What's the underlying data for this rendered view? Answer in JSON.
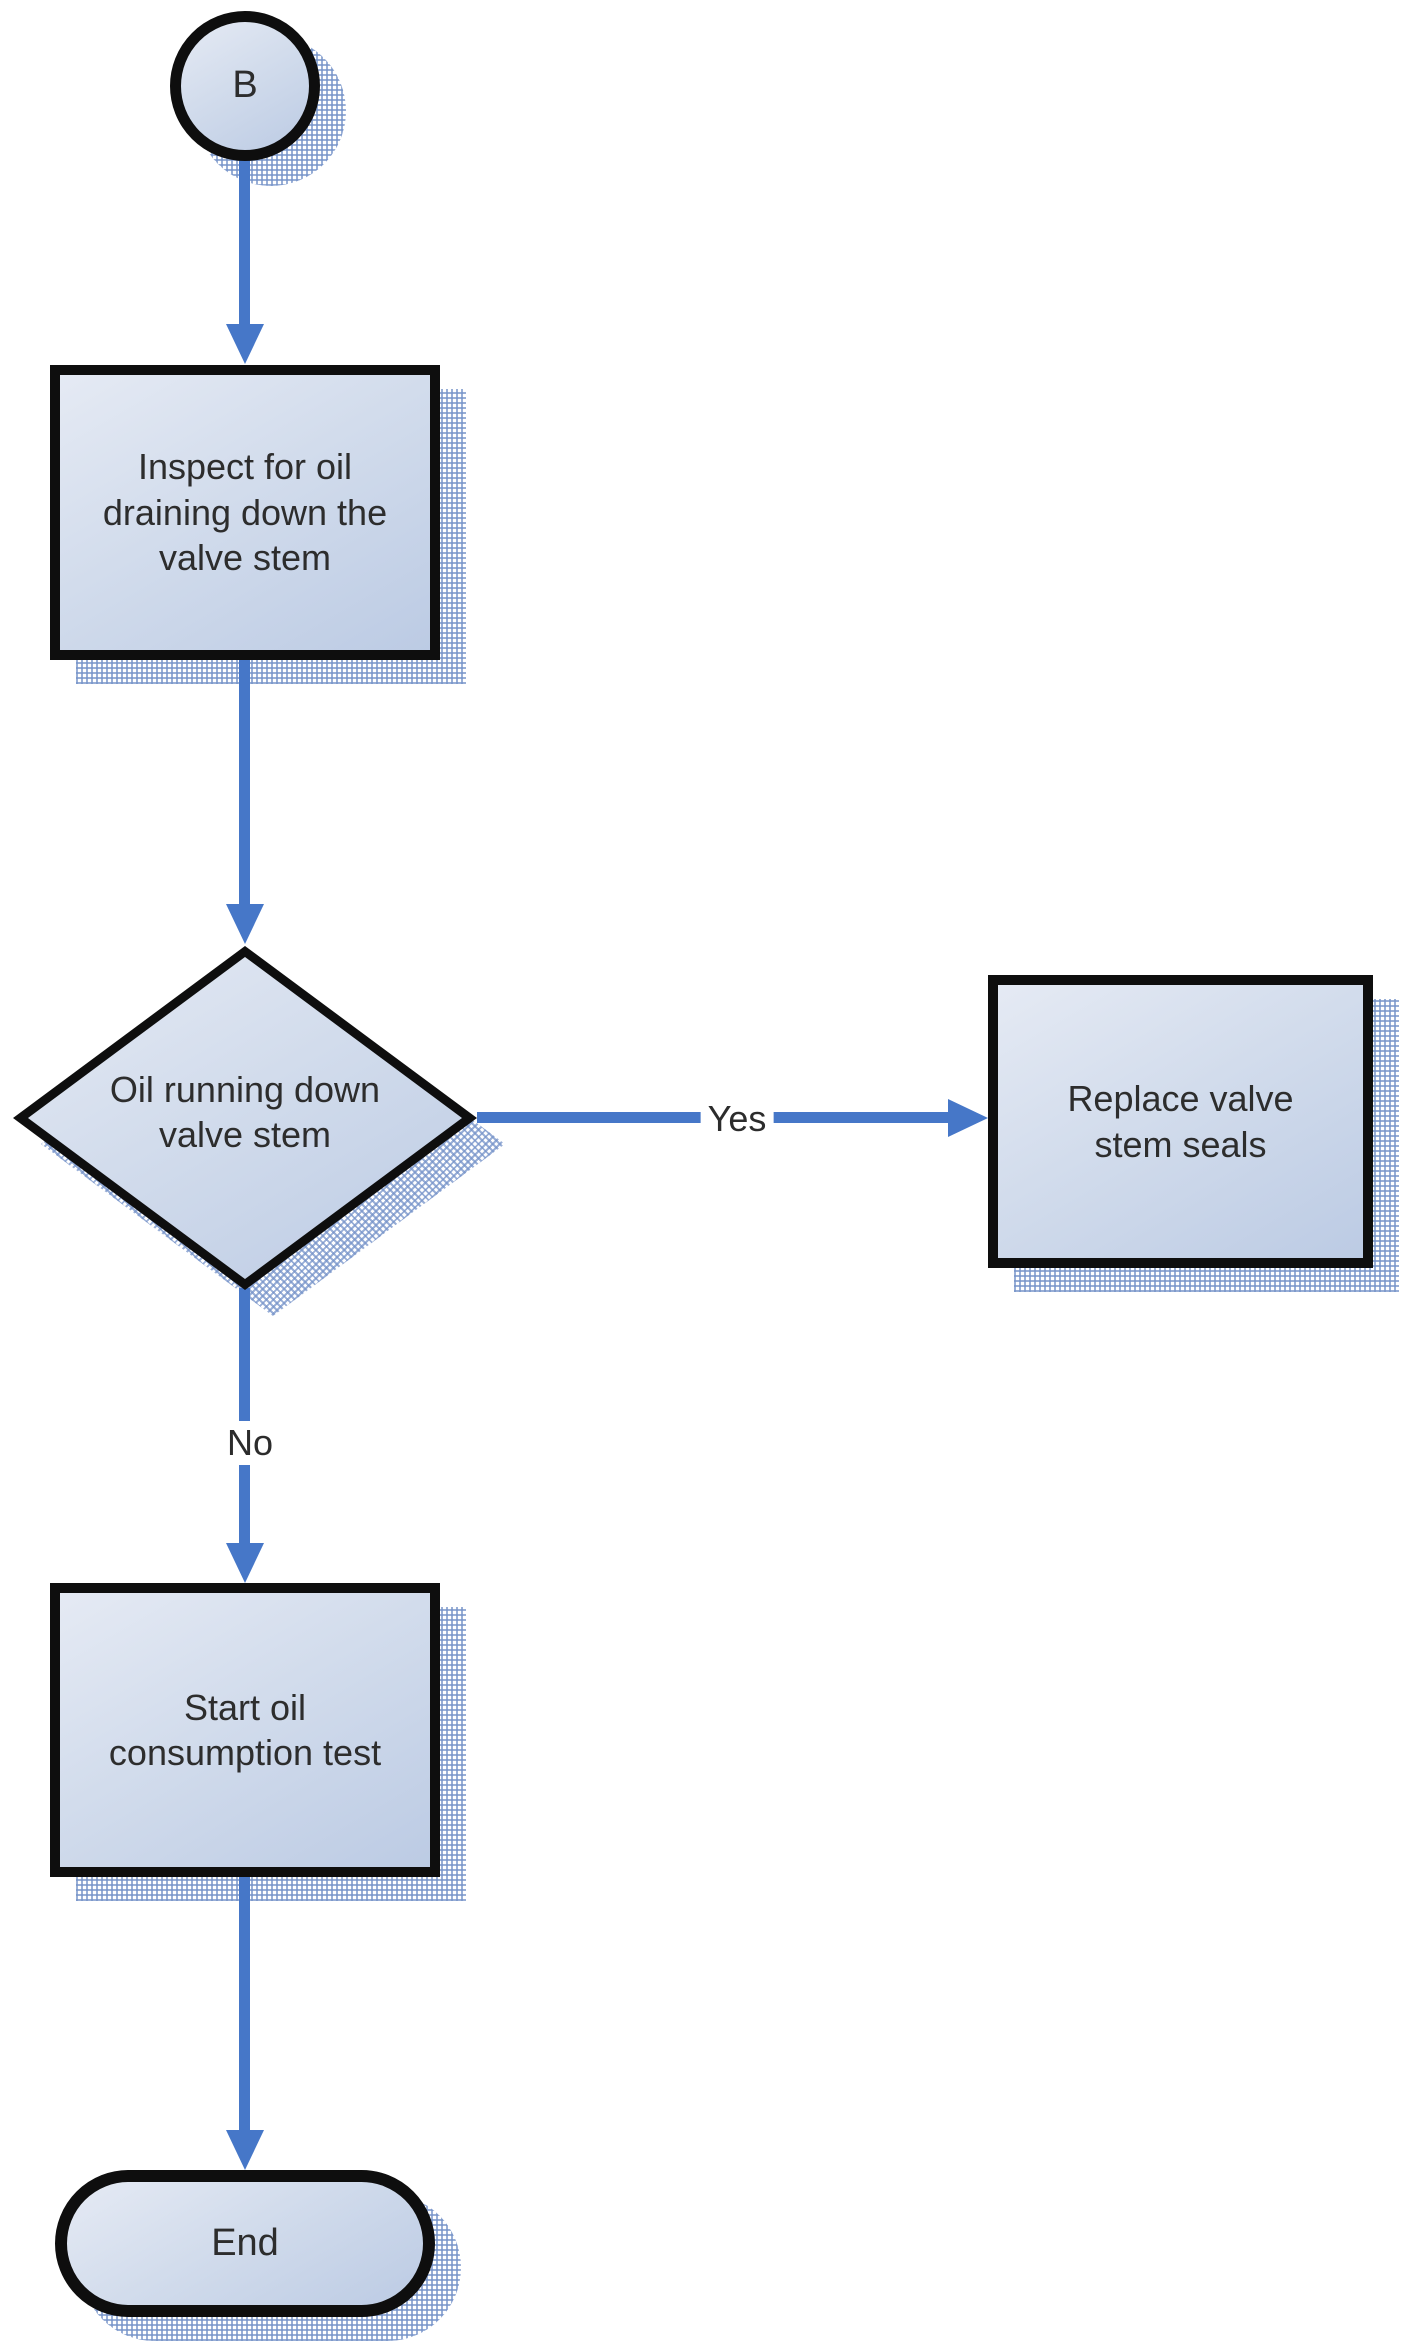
{
  "diagram": {
    "type": "flowchart",
    "colors": {
      "arrow": "#4677c8",
      "shape_border": "#0e0e0e",
      "shape_fill_light": "#e5eaf4",
      "shape_fill_dark": "#bccbe4",
      "shadow_hatch": "#7693c9",
      "text": "#2d2d2d",
      "background": "#ffffff"
    },
    "nodes": [
      {
        "id": "connector-b",
        "type": "connector-circle",
        "label": "B"
      },
      {
        "id": "inspect-oil",
        "type": "process",
        "label": "Inspect for oil\ndraining down the\nvalve stem"
      },
      {
        "id": "oil-decision",
        "type": "decision",
        "label": "Oil running down\nvalve stem"
      },
      {
        "id": "replace-seals",
        "type": "process",
        "label": "Replace valve\nstem seals"
      },
      {
        "id": "start-test",
        "type": "process",
        "label": "Start oil\nconsumption test"
      },
      {
        "id": "end",
        "type": "terminator",
        "label": "End"
      }
    ],
    "edges": [
      {
        "from": "connector-b",
        "to": "inspect-oil",
        "label": ""
      },
      {
        "from": "inspect-oil",
        "to": "oil-decision",
        "label": ""
      },
      {
        "from": "oil-decision",
        "to": "replace-seals",
        "label": "Yes"
      },
      {
        "from": "oil-decision",
        "to": "start-test",
        "label": "No"
      },
      {
        "from": "start-test",
        "to": "end",
        "label": ""
      }
    ]
  }
}
